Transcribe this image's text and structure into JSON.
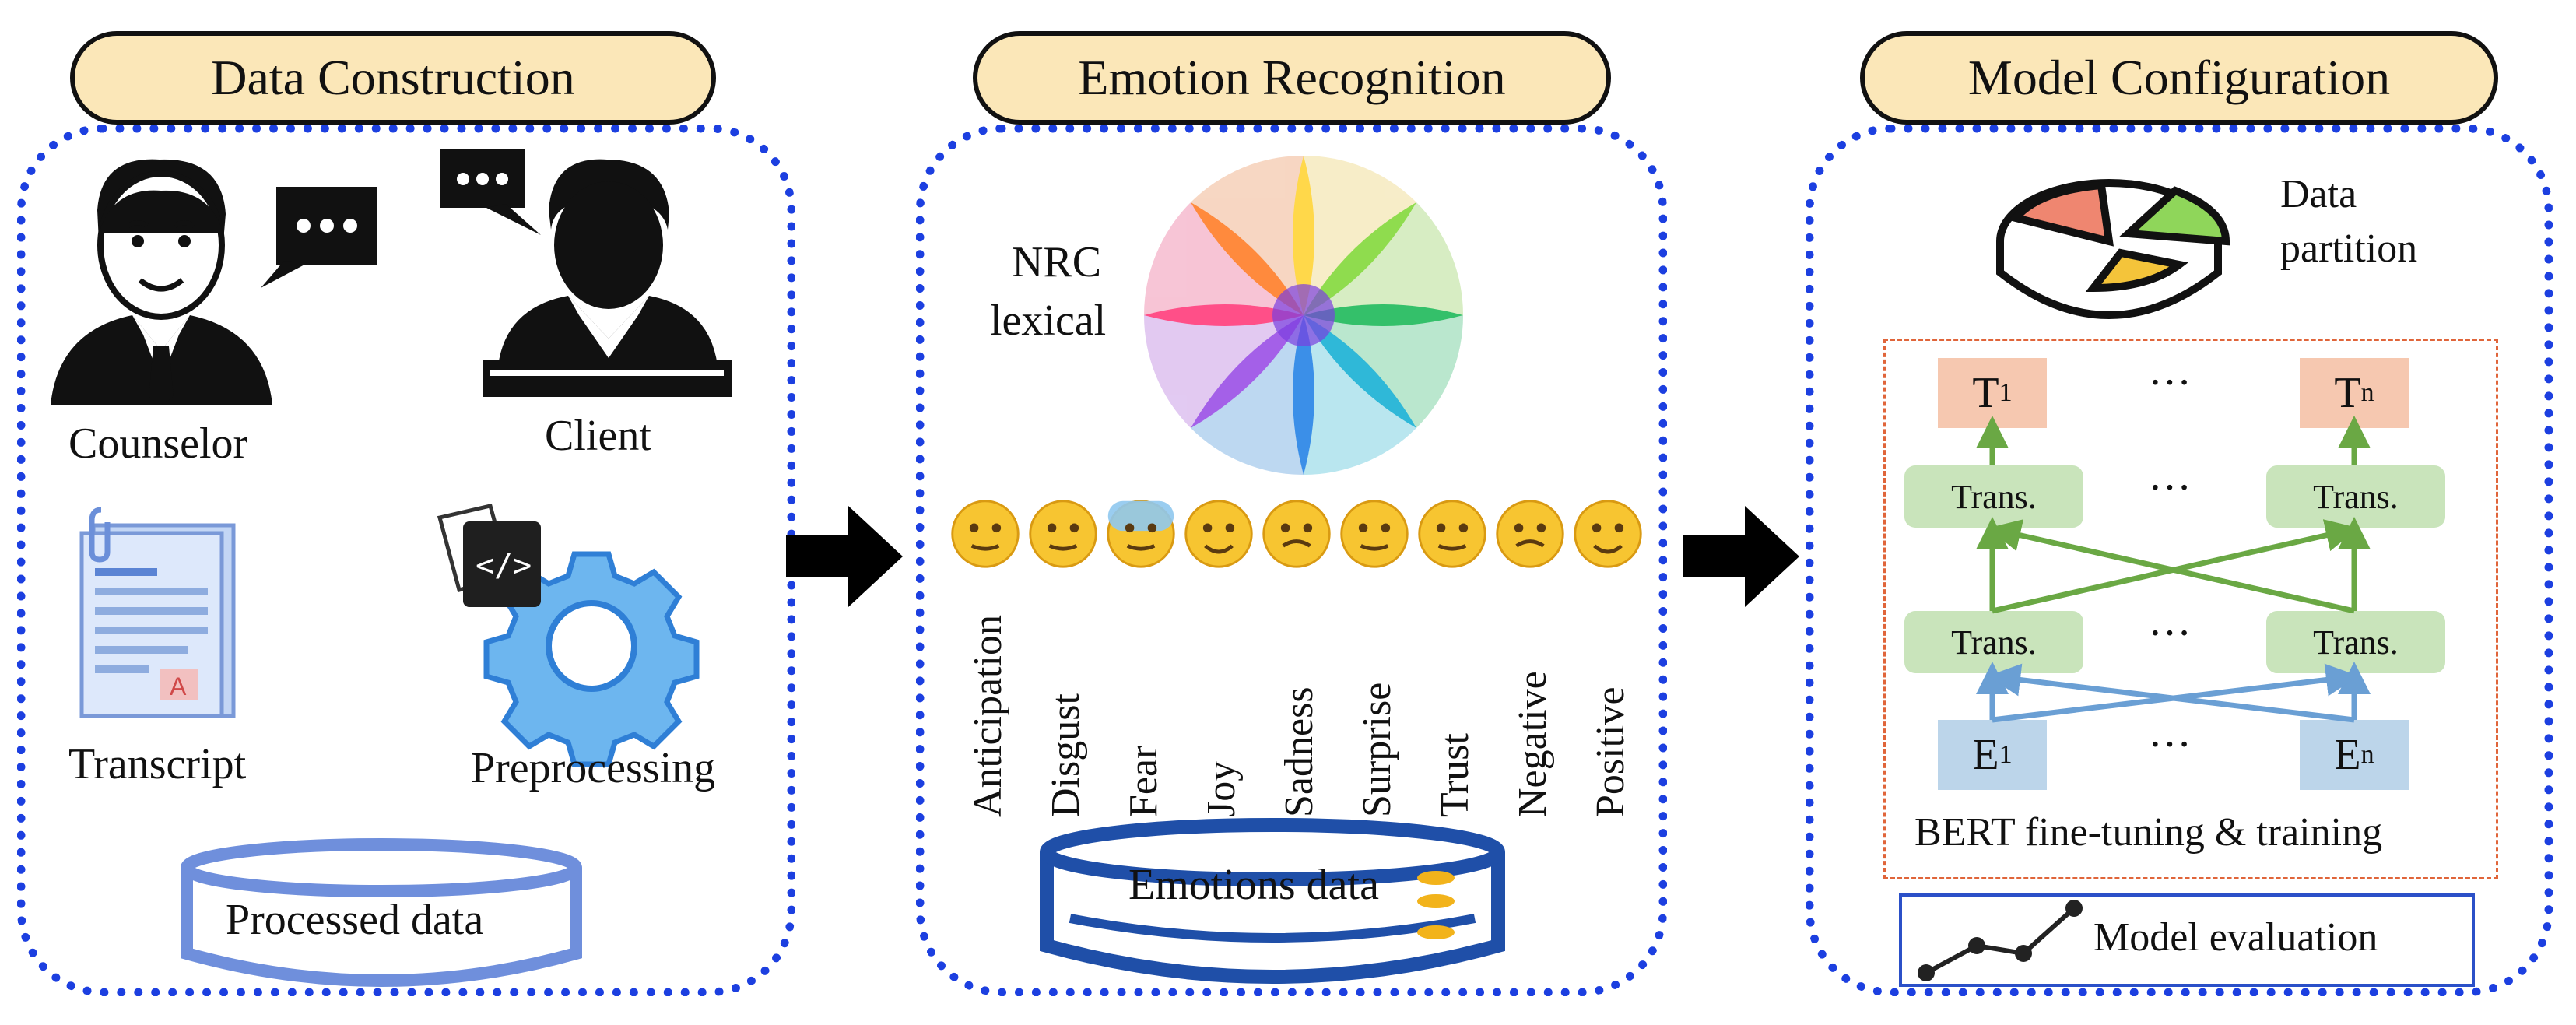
{
  "panels": {
    "data_construction": {
      "title": "Data Construction",
      "counselor_label": "Counselor",
      "client_label": "Client",
      "transcript_label": "Transcript",
      "preprocessing_label": "Preprocessing",
      "processed_data_label": "Processed data"
    },
    "emotion_recognition": {
      "title": "Emotion Recognition",
      "nrc_label_line1": "NRC",
      "nrc_label_line2": "lexical",
      "emotions": [
        "Anticipation",
        "Disgust",
        "Fear",
        "Joy",
        "Sadness",
        "Surprise",
        "Trust",
        "Negative",
        "Positive"
      ],
      "emotions_data_label": "Emotions data"
    },
    "model_configuration": {
      "title": "Model Configuration",
      "data_partition_line1": "Data",
      "data_partition_line2": "partition",
      "t1": "T",
      "t1_sub": "1",
      "tn": "T",
      "tn_sub": "n",
      "e1": "E",
      "e1_sub": "1",
      "en": "E",
      "en_sub": "n",
      "trans_label": "Trans.",
      "ellipsis": "···",
      "bert_label": "BERT fine-tuning & training",
      "model_eval_label": "Model evaluation"
    }
  },
  "colors": {
    "panel_border": "#1c3fe0",
    "pill_fill": "#fbe7b8",
    "trans_fill": "#c9e4bb",
    "t_fill": "#f6c8b0",
    "e_fill": "#bcd5ea",
    "green_arrow": "#6aa844",
    "blue_arrow": "#6a9fd4",
    "db_blue": "#6f8fdc"
  }
}
